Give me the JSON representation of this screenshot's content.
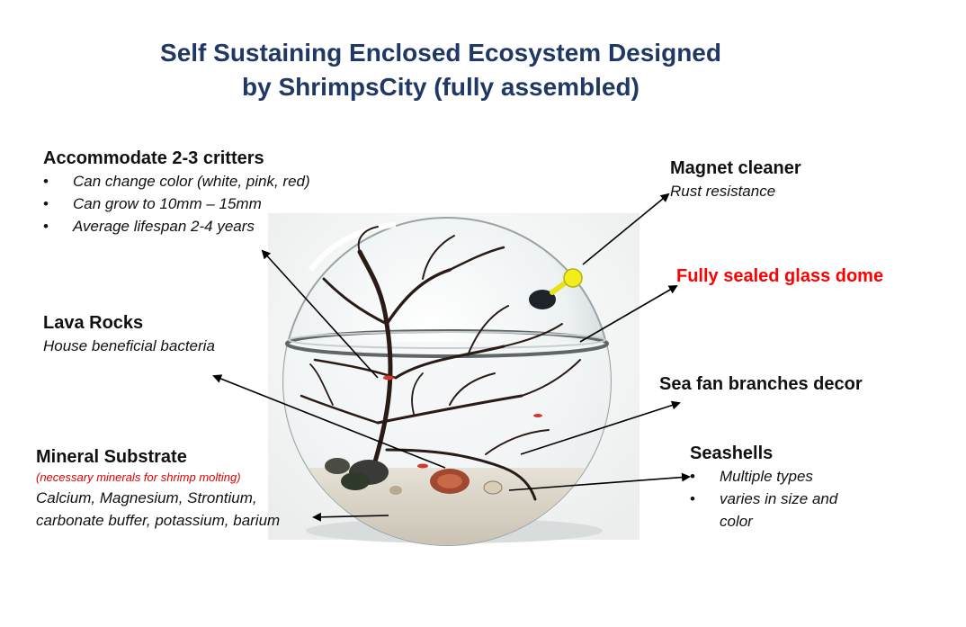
{
  "title": {
    "line1": "Self Sustaining Enclosed Ecosystem Designed",
    "line2": "by ShrimpsCity (fully assembled)"
  },
  "callouts": {
    "critters": {
      "heading": "Accommodate  2-3 critters",
      "items": [
        "Can change color (white, pink, red)",
        "Can grow to 10mm – 15mm",
        "Average lifespan 2-4 years"
      ]
    },
    "lava_rocks": {
      "heading": "Lava Rocks",
      "description": "House beneficial bacteria"
    },
    "substrate": {
      "heading": "Mineral Substrate",
      "note": "(necessary minerals for shrimp molting)",
      "line1": "Calcium, Magnesium, Strontium,",
      "line2": "carbonate buffer, potassium, barium"
    },
    "magnet": {
      "heading": "Magnet cleaner",
      "description": "Rust resistance"
    },
    "dome": {
      "heading": "Fully sealed glass dome"
    },
    "sea_fan": {
      "heading": "Sea fan branches decor"
    },
    "seashells": {
      "heading": "Seashells",
      "items": [
        "Multiple types",
        "varies in size and color"
      ]
    }
  },
  "colors": {
    "title": "#1f3864",
    "highlight": "#ff0000",
    "arrow": "#000000"
  }
}
